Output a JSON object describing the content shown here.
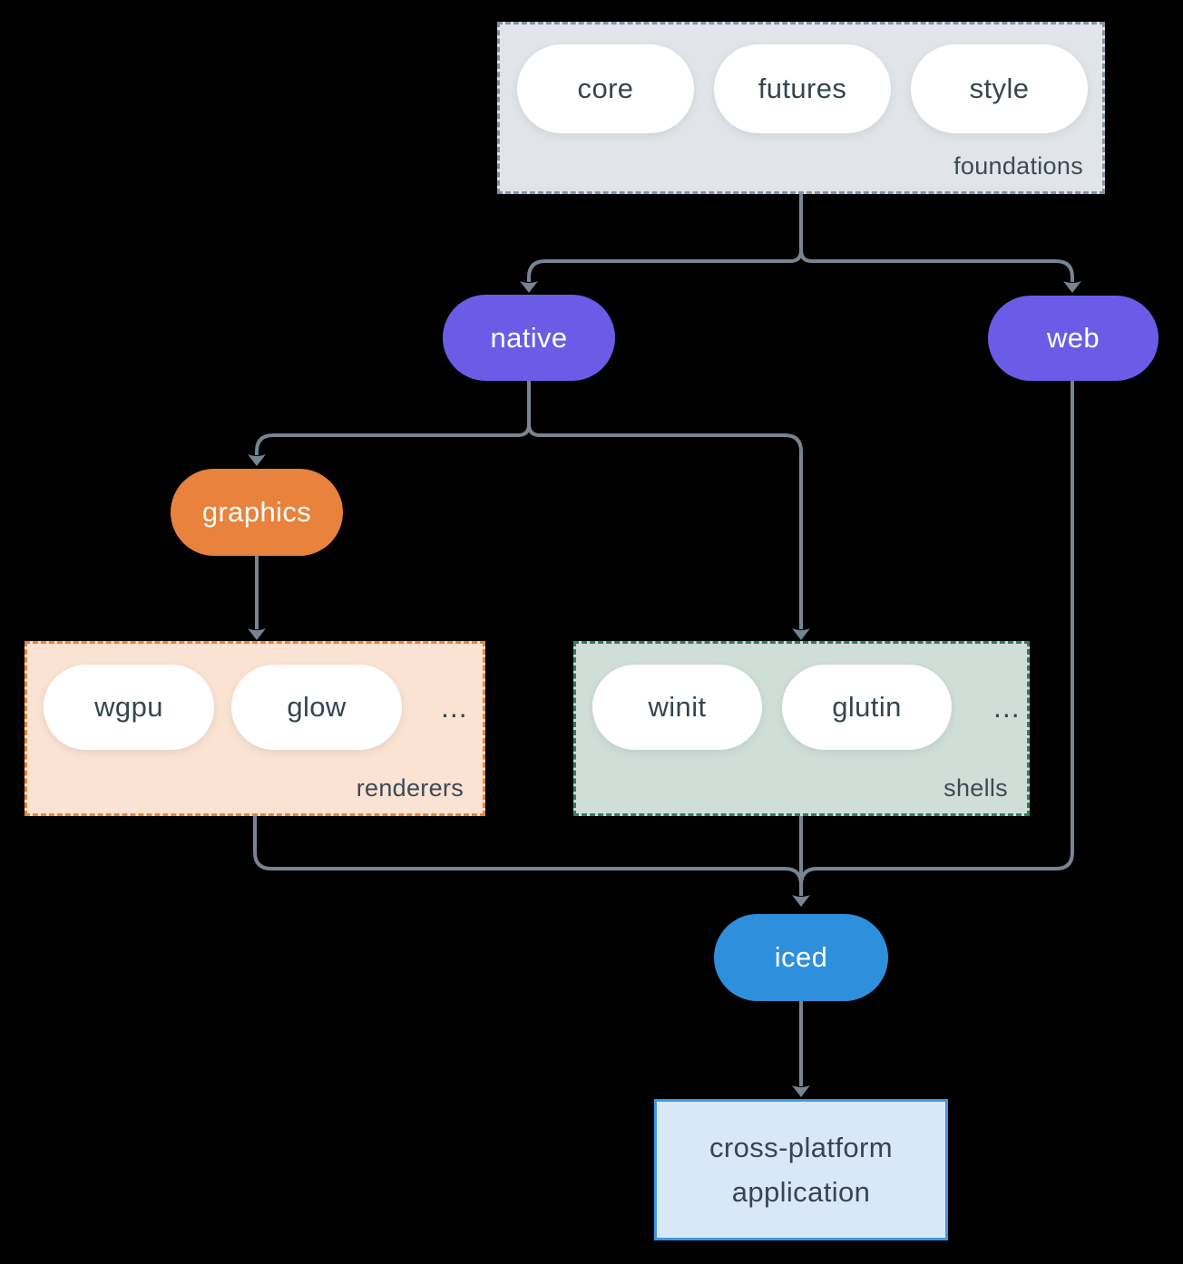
{
  "groups": {
    "foundations": {
      "label": "foundations",
      "pills": [
        "core",
        "futures",
        "style"
      ]
    },
    "renderers": {
      "label": "renderers",
      "pills": [
        "wgpu",
        "glow"
      ],
      "ellipsis": "..."
    },
    "shells": {
      "label": "shells",
      "pills": [
        "winit",
        "glutin"
      ],
      "ellipsis": "..."
    }
  },
  "nodes": {
    "native": {
      "label": "native",
      "color": "#6B5CE7"
    },
    "web": {
      "label": "web",
      "color": "#6B5CE7"
    },
    "graphics": {
      "label": "graphics",
      "color": "#E8823C"
    },
    "iced": {
      "label": "iced",
      "color": "#2E8FDC"
    },
    "application": {
      "line1": "cross-platform",
      "line2": "application",
      "bg": "#D9E8F8",
      "border": "#3E97E2"
    }
  },
  "colors": {
    "background": "#000000",
    "arrow": "#778593",
    "text_dark": "#36454F",
    "text_light": "#FFFFFF",
    "foundations_bg": "#E1E5E9",
    "foundations_border": "#8493A2",
    "renderers_bg": "#FAE3D2",
    "renderers_border": "#E8833C",
    "shells_bg": "#D0DED8",
    "shells_border": "#2E7D6C"
  }
}
